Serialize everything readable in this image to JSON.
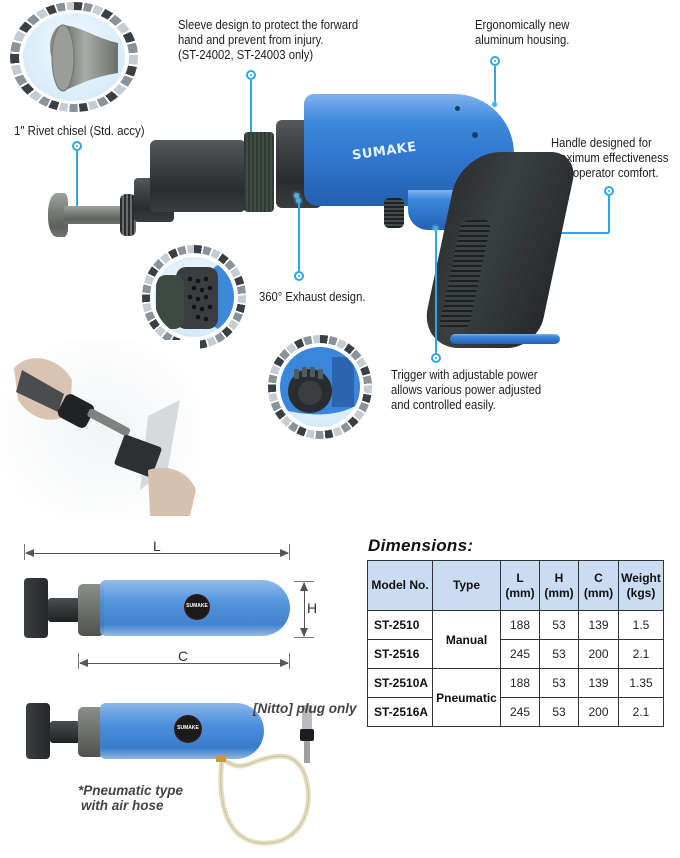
{
  "brand": "SUMAKE",
  "colors": {
    "accent": "#2fa7e6",
    "tool_blue": "#2f75cc",
    "table_header_bg": "#c9dcf2",
    "table_border": "#333333"
  },
  "callouts": {
    "rivet_chisel": "1\" Rivet chisel (Std. accy)",
    "sleeve": [
      "Sleeve design to protect the forward",
      "hand and prevent from injury.",
      "(ST-24002, ST-24003 only)"
    ],
    "housing": [
      "Ergonomically new",
      "aluminum housing."
    ],
    "handle": [
      "Handle designed for",
      "maximum effectiveness",
      "and operator comfort."
    ],
    "exhaust": "360° Exhaust design.",
    "trigger": [
      "Trigger with adjustable power",
      "allows various power adjusted",
      "and controlled easily."
    ]
  },
  "diagram": {
    "label_L": "L",
    "label_H": "H",
    "label_C": "C",
    "nitto_note": "[Nitto] plug only",
    "pneumatic_note": [
      "*Pneumatic type",
      "with air hose"
    ]
  },
  "dimensions": {
    "title": "Dimensions:",
    "headers": [
      [
        "Model No."
      ],
      [
        "Type"
      ],
      [
        "L",
        "(mm)"
      ],
      [
        "H",
        "(mm)"
      ],
      [
        "C",
        "(mm)"
      ],
      [
        "Weight",
        "(kgs)"
      ]
    ],
    "groups": [
      {
        "type": "Manual",
        "rows": [
          {
            "model": "ST-2510",
            "L": "188",
            "H": "53",
            "C": "139",
            "weight": "1.5"
          },
          {
            "model": "ST-2516",
            "L": "245",
            "H": "53",
            "C": "200",
            "weight": "2.1"
          }
        ]
      },
      {
        "type": "Pneumatic",
        "rows": [
          {
            "model": "ST-2510A",
            "L": "188",
            "H": "53",
            "C": "139",
            "weight": "1.35"
          },
          {
            "model": "ST-2516A",
            "L": "245",
            "H": "53",
            "C": "200",
            "weight": "2.1"
          }
        ]
      }
    ]
  },
  "icons": {
    "callout_marker": "target-circle-icon",
    "callout_anchor": "glow-dot-icon"
  }
}
